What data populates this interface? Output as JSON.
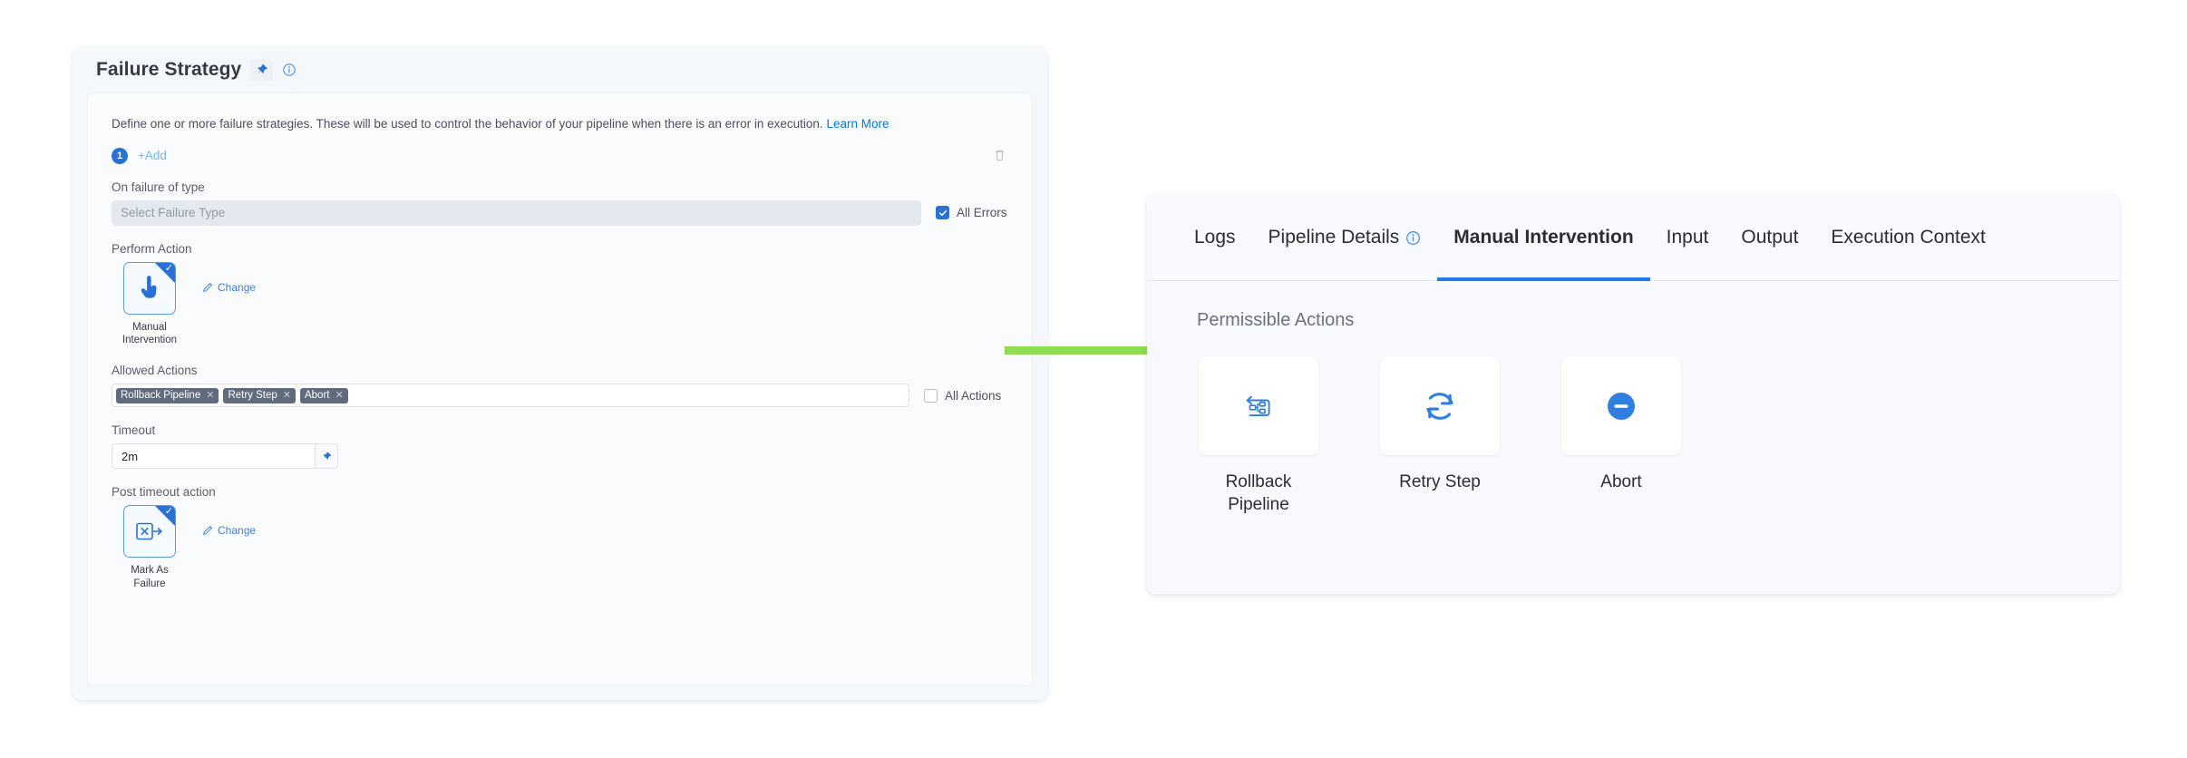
{
  "failure_strategy": {
    "title": "Failure Strategy",
    "pin_icon": "pin-icon",
    "info_icon": "info-circle-icon",
    "description": "Define one or more failure strategies. These will be used to control the behavior of your pipeline when there is an error in execution.",
    "learn_more_label": "Learn More",
    "strategy_index": "1",
    "add_label": "+Add",
    "delete_icon": "trash-icon",
    "on_failure_of_type": {
      "label": "On failure of type",
      "placeholder": "Select Failure Type",
      "value": "",
      "all_errors_label": "All Errors",
      "all_errors_checked": true
    },
    "perform_action": {
      "label": "Perform Action",
      "selected_name": "Manual\nIntervention",
      "selected_name_line1": "Manual",
      "selected_name_line2": "Intervention",
      "icon": "pointing-hand-icon",
      "change_label": "Change",
      "change_icon": "pencil-icon",
      "selected": true
    },
    "allowed_actions": {
      "label": "Allowed Actions",
      "tags": [
        "Rollback Pipeline",
        "Retry Step",
        "Abort"
      ],
      "all_actions_label": "All Actions",
      "all_actions_checked": false
    },
    "timeout": {
      "label": "Timeout",
      "value": "2m",
      "pin_icon": "pin-icon"
    },
    "post_timeout_action": {
      "label": "Post timeout action",
      "selected_name_line1": "Mark As",
      "selected_name_line2": "Failure",
      "icon": "mark-as-failure-icon",
      "change_label": "Change",
      "change_icon": "pencil-icon",
      "selected": true
    }
  },
  "arrow": {
    "name": "flow-arrow",
    "color": "#8ede4e"
  },
  "details_panel": {
    "tabs": [
      {
        "label": "Logs",
        "active": false,
        "has_info_icon": false
      },
      {
        "label": "Pipeline Details",
        "active": false,
        "has_info_icon": true
      },
      {
        "label": "Manual Intervention",
        "active": true,
        "has_info_icon": false
      },
      {
        "label": "Input",
        "active": false,
        "has_info_icon": false
      },
      {
        "label": "Output",
        "active": false,
        "has_info_icon": false
      },
      {
        "label": "Execution Context",
        "active": false,
        "has_info_icon": false
      }
    ],
    "section_title": "Permissible Actions",
    "actions": [
      {
        "label_line1": "Rollback",
        "label_line2": "Pipeline",
        "icon": "rollback-pipeline-icon"
      },
      {
        "label_line1": "Retry Step",
        "label_line2": "",
        "icon": "retry-icon"
      },
      {
        "label_line1": "Abort",
        "label_line2": "",
        "icon": "abort-icon"
      }
    ],
    "active_tab_underline_color": "#1f7bea"
  },
  "colors": {
    "accent": "#2871d6",
    "link": "#0278d5",
    "tag_bg": "#606b7d",
    "arrow_green": "#8ede4e"
  }
}
